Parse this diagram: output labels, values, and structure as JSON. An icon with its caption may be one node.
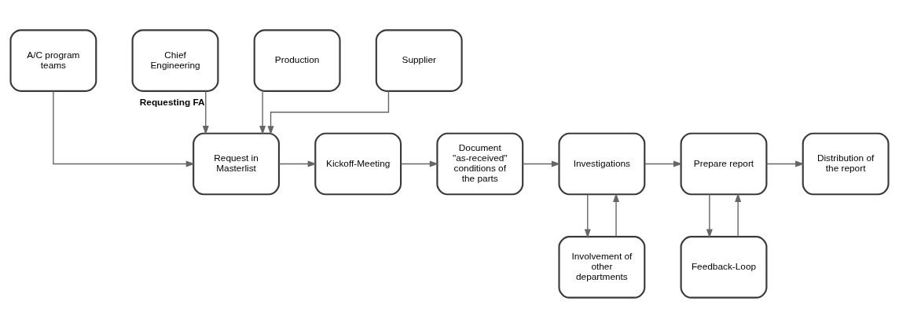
{
  "diagram": {
    "nodes": [
      {
        "text": [
          "A/C program teams"
        ]
      },
      {
        "text": [
          "Chief Engineering"
        ]
      },
      {
        "text": [
          "Production"
        ]
      },
      {
        "text": [
          "Supplier"
        ]
      },
      {
        "text": [
          "Request in Masterlist"
        ]
      },
      {
        "text": [
          "Kickoff-Meeting"
        ]
      },
      {
        "text": [
          "Document \"as-received\" conditions of the parts"
        ]
      },
      {
        "text": [
          "Investigations"
        ]
      },
      {
        "text": [
          "Involvement of other departments"
        ]
      },
      {
        "text": [
          "Prepare report"
        ]
      },
      {
        "text": [
          "Feedback-Loop"
        ]
      },
      {
        "text": [
          "Distribution of the report"
        ]
      }
    ],
    "edges": [
      {
        "from": 0,
        "to": 4,
        "arrow": "to"
      },
      {
        "from": 1,
        "to": 4,
        "arrow": "to",
        "label": "Requesting FA"
      },
      {
        "from": 2,
        "to": 4,
        "arrow": "to"
      },
      {
        "from": 3,
        "to": 4,
        "arrow": "to"
      },
      {
        "from": 4,
        "to": 5,
        "arrow": "to"
      },
      {
        "from": 5,
        "to": 6,
        "arrow": "to"
      },
      {
        "from": 6,
        "to": 7,
        "arrow": "to"
      },
      {
        "from": 7,
        "to": 8,
        "arrow": "to"
      },
      {
        "from": 8,
        "to": 7,
        "arrow": "to"
      },
      {
        "from": 7,
        "to": 9,
        "arrow": "to"
      },
      {
        "from": 9,
        "to": 10,
        "arrow": "to"
      },
      {
        "from": 10,
        "to": 9,
        "arrow": "to"
      },
      {
        "from": 9,
        "to": 11,
        "arrow": "to"
      }
    ]
  }
}
